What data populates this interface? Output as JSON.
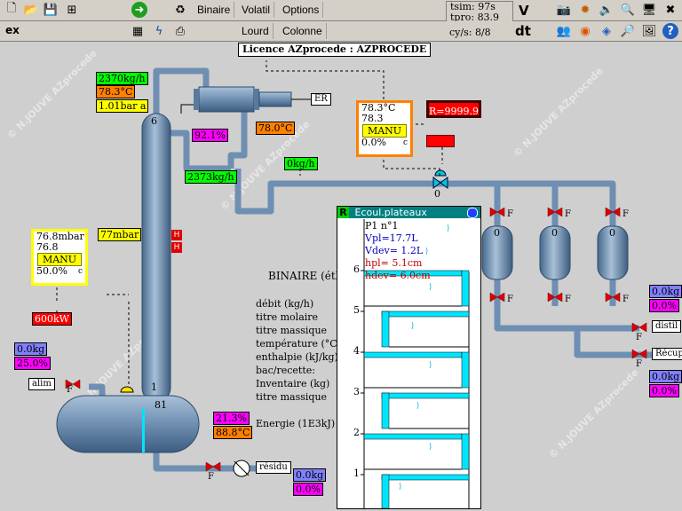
{
  "toolbar": {
    "mode_text": "ex",
    "buttons_row1": [
      "Binaire",
      "Volatil",
      "Options"
    ],
    "buttons_row2": [
      "Lourd",
      "Colonne"
    ],
    "tsim_label": "tsim:",
    "tsim_value": "97s",
    "tpro_label": "tpro:",
    "tpro_value": "83.9",
    "cys_label": "cy/s:",
    "cys_value": "8/8",
    "v_label": "V",
    "dt_label": "dt"
  },
  "license": "Licence AZprocede : AZPROCEDE",
  "watermark": "© N.JOUVE  AZprocede",
  "top_tags": {
    "flow": "2370kg/h",
    "temp": "78.3°C",
    "pressure": "1.01bar a",
    "reflux_pct": "92.1%",
    "cond_temp": "78.0°C",
    "reflux_flow": "2373kg/h",
    "distil_flow": "0kg/h",
    "er_label": "ER",
    "plate_top": "6",
    "plate_bottom": "1",
    "sump_level": "81",
    "valve_zero": "0"
  },
  "top_controller": {
    "line1": "78.3°C",
    "line2": "78.3",
    "mode": "MANU",
    "output": "0.0%",
    "c": "c"
  },
  "red_setpoint": "R=9999.9",
  "left_controller": {
    "line1": "76.8mbar",
    "line2": "76.8",
    "mode": "MANU",
    "output": "50.0%",
    "c": "c"
  },
  "dp_tag": "77mbar",
  "h_flags": [
    "H",
    "H"
  ],
  "power": "600kW",
  "feed": {
    "flow": "0.0kg",
    "pct": "25.0%",
    "label": "alim",
    "valve": "F"
  },
  "bottom": {
    "heat_pct": "21.3%",
    "heat_temp": "88.8°C",
    "residu": "résidu",
    "flow": "0.0kg",
    "pct": "0.0%",
    "valve": "F"
  },
  "right_side": {
    "distil_label": "distil",
    "recup_label": "Récup",
    "kg1": "0.0kg",
    "pct1": "0.0%",
    "kg2": "0.0kg",
    "pct2": "0.0%",
    "tank_levels": [
      "0",
      "0",
      "0"
    ],
    "valve": "F"
  },
  "info_labels": {
    "title": "BINAIRE (éth",
    "lines": [
      "débit (kg/h)",
      "titre molaire",
      "titre massique",
      "température (°C)",
      "enthalpie (kJ/kg)",
      "bac/recette:",
      "Inventaire (kg)",
      "titre massique",
      "",
      "Energie (1E3kJ)"
    ]
  },
  "plate_window": {
    "badge": "R",
    "title": "Ecoul.plateaux",
    "p_line": "P1 n°1",
    "vpl": "Vpl=17.7L",
    "vdev": "Vdev= 1.2L",
    "hpl": "hpl= 5.1cm",
    "hdev": "hdev= 6.0cm",
    "plate_numbers": [
      "6",
      "5",
      "4",
      "3",
      "2",
      "1"
    ]
  },
  "colors": {
    "column": "#6f8fb2",
    "pipe": "#9fb7cf",
    "liquid": "#00e5ff",
    "accent": "#008080"
  }
}
